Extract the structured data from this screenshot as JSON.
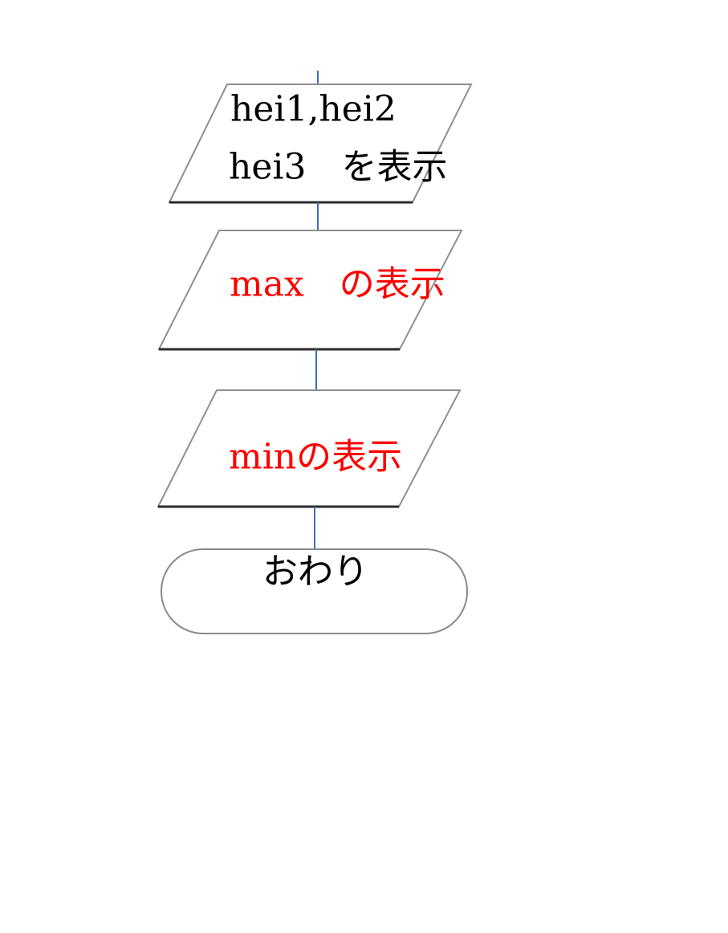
{
  "flowchart": {
    "nodes": [
      {
        "id": "display-hei-values",
        "shape": "parallelogram",
        "lines": [
          "hei1,hei2",
          "hei3　を表示"
        ],
        "text_color": "#000000"
      },
      {
        "id": "display-max",
        "shape": "parallelogram",
        "lines": [
          "max　の表示"
        ],
        "text_color": "#ff0000"
      },
      {
        "id": "display-min",
        "shape": "parallelogram",
        "lines": [
          "minの表示"
        ],
        "text_color": "#ff0000"
      },
      {
        "id": "end-terminal",
        "shape": "terminal",
        "lines": [
          "おわり"
        ],
        "text_color": "#000000"
      }
    ],
    "connector_color": "#3f6fb5",
    "border_color": "#8f8f8f"
  }
}
